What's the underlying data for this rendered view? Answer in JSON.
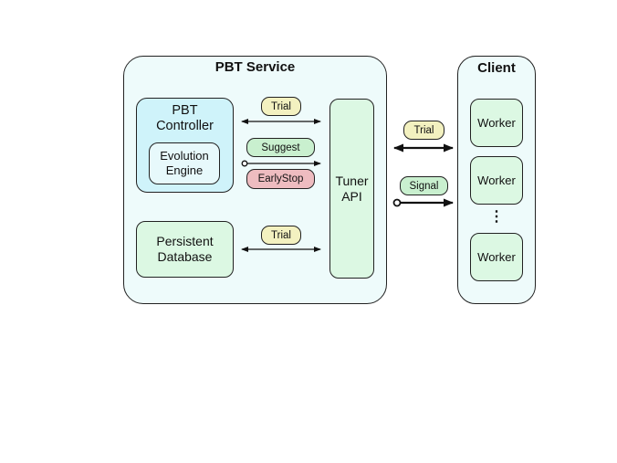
{
  "service": {
    "title": "PBT Service",
    "controller": {
      "line1": "PBT",
      "line2": "Controller"
    },
    "evolution": {
      "line1": "Evolution",
      "line2": "Engine"
    },
    "database": {
      "line1": "Persistent",
      "line2": "Database"
    },
    "tuner": {
      "line1": "Tuner",
      "line2": "API"
    },
    "messages": {
      "trial_controller": "Trial",
      "suggest": "Suggest",
      "earlystop": "EarlyStop",
      "trial_database": "Trial"
    }
  },
  "client": {
    "title": "Client",
    "workers": [
      "Worker",
      "Worker",
      "Worker"
    ],
    "ellipsis": "⋮"
  },
  "link": {
    "trial": "Trial",
    "signal": "Signal"
  },
  "colors": {
    "service_bg": "#eefbfb",
    "controller_bg": "#cff3fa",
    "green_bg": "#dcf8e3",
    "trial_pill": "#f3f1c0",
    "suggest_pill": "#c9f0cf",
    "earlystop_pill": "#eebcc0"
  }
}
